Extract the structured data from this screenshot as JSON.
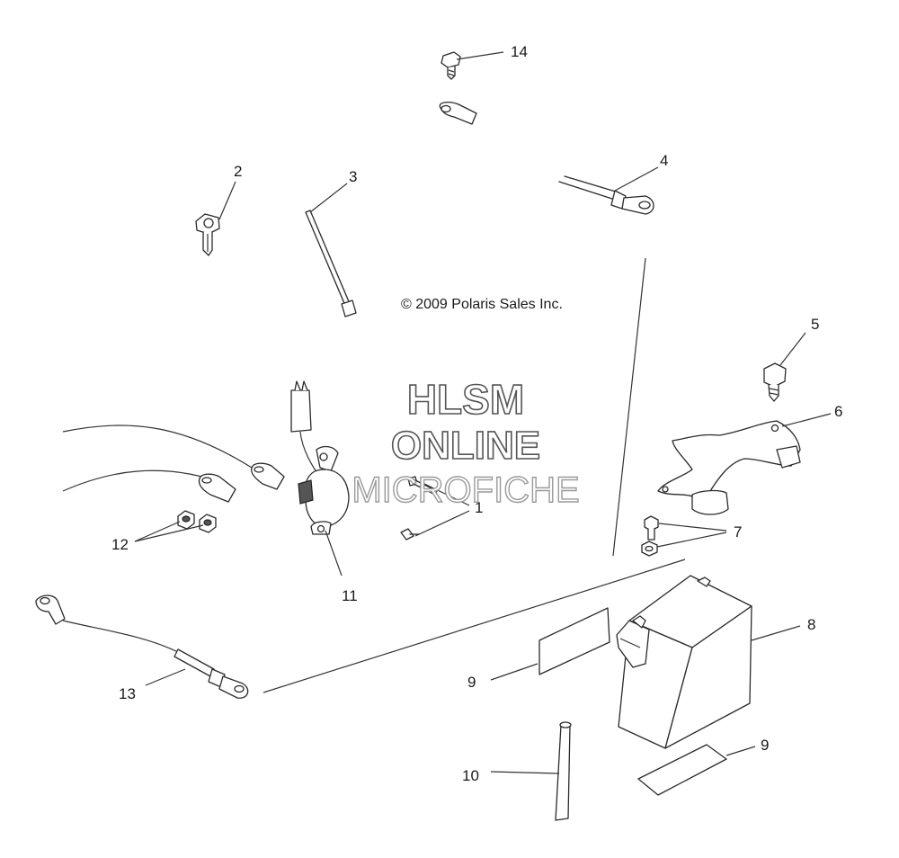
{
  "copyright": "© 2009 Polaris Sales Inc.",
  "watermark": {
    "line1": "HLSM",
    "line2": "ONLINE",
    "line3": "MICROFICHE"
  },
  "callouts": [
    {
      "id": "c1",
      "label": "1"
    },
    {
      "id": "c2",
      "label": "2"
    },
    {
      "id": "c3",
      "label": "3"
    },
    {
      "id": "c4",
      "label": "4"
    },
    {
      "id": "c5",
      "label": "5"
    },
    {
      "id": "c6",
      "label": "6"
    },
    {
      "id": "c7",
      "label": "7"
    },
    {
      "id": "c8",
      "label": "8"
    },
    {
      "id": "c9a",
      "label": "9"
    },
    {
      "id": "c9b",
      "label": "9"
    },
    {
      "id": "c10",
      "label": "10"
    },
    {
      "id": "c11",
      "label": "11"
    },
    {
      "id": "c12",
      "label": "12"
    },
    {
      "id": "c13",
      "label": "13"
    },
    {
      "id": "c14",
      "label": "14"
    }
  ]
}
